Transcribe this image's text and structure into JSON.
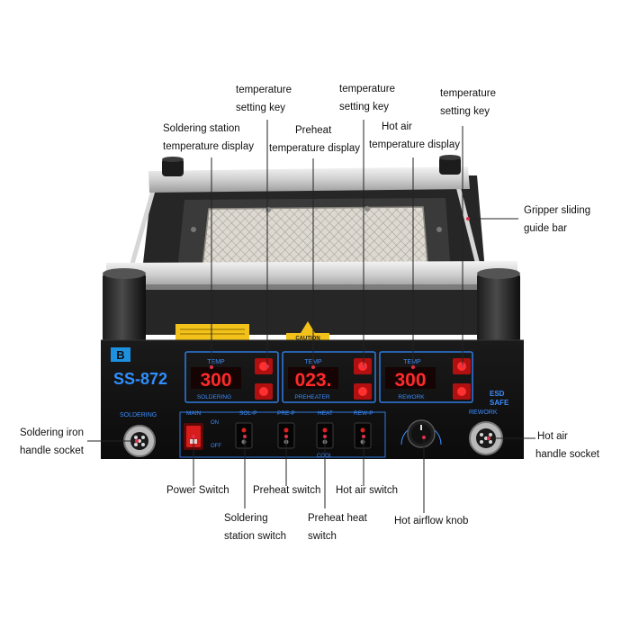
{
  "device": {
    "model": "SS-872",
    "logo": "B",
    "esd": [
      "ESD",
      "SAFE"
    ],
    "caution": "CAUTION",
    "panels": [
      {
        "top": "TEMP",
        "display": "300",
        "bottom": "SOLDERING"
      },
      {
        "top": "TEMP",
        "display": "023.",
        "bottom": "PREHEATER"
      },
      {
        "top": "TEMP",
        "display": "300",
        "bottom": "REWORK"
      }
    ],
    "left_socket": "SOLDERING",
    "right_socket": "REWORK",
    "switch_labels": [
      "MAIN",
      "SOL-P",
      "PRE-P",
      "HEAT",
      "REW-P"
    ],
    "on_label": "ON",
    "off_label": "OFF",
    "cool_label": "COOL"
  },
  "callouts": {
    "soldering_key": [
      "temperature",
      "setting key"
    ],
    "hotair_key": [
      "temperature",
      "setting key"
    ],
    "preheat_key": [
      "temperature",
      "setting key"
    ],
    "soldering_display": [
      "Soldering station",
      "temperature display"
    ],
    "preheat_display": [
      "Preheat",
      "temperature display"
    ],
    "hotair_display": [
      "Hot air",
      "temperature display"
    ],
    "guide_bar": [
      "Gripper sliding",
      "guide bar"
    ],
    "iron_socket": [
      "Soldering iron",
      "handle socket"
    ],
    "hotair_socket": [
      "Hot air",
      "handle socket"
    ],
    "power_switch": "Power Switch",
    "preheat_switch": "Preheat switch",
    "hotair_switch": "Hot air switch",
    "station_switch": [
      "Soldering",
      "station switch"
    ],
    "preheat_heat_switch": [
      "Preheat heat",
      "switch"
    ],
    "airflow_knob": "Hot airflow knob"
  }
}
